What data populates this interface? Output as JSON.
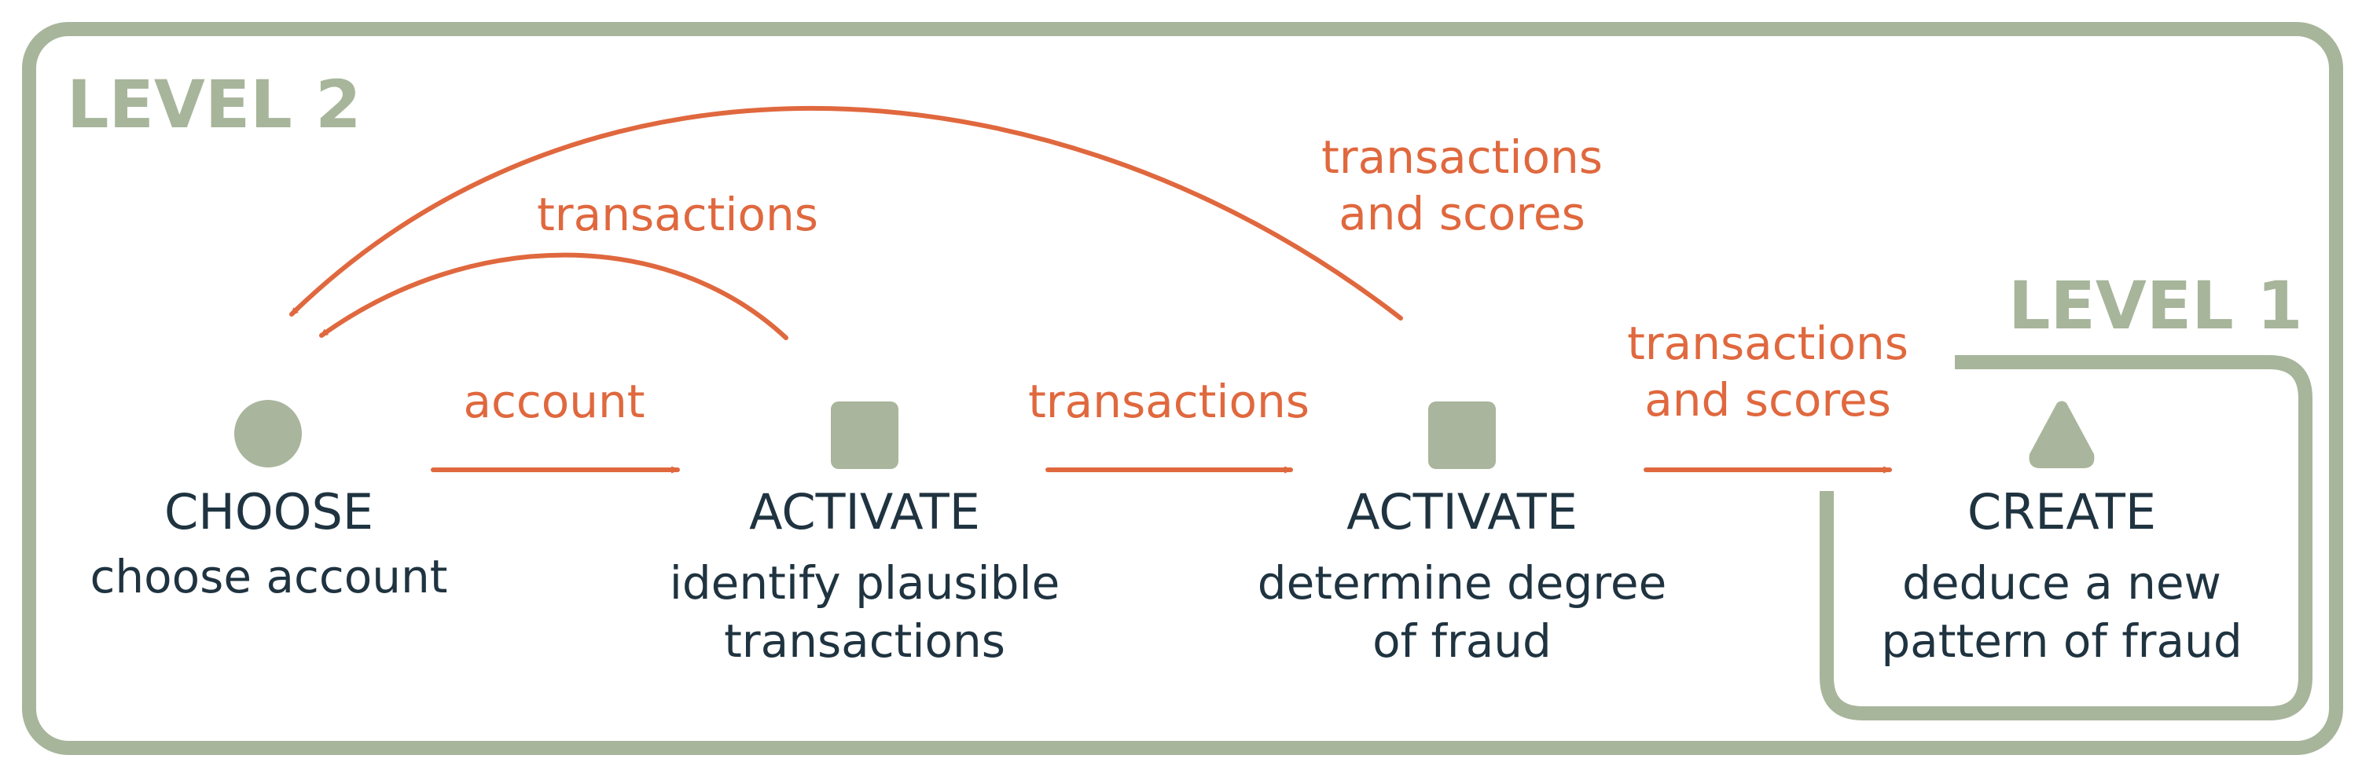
{
  "levels": {
    "outer": "LEVEL 2",
    "inner": "LEVEL 1"
  },
  "stages": [
    {
      "icon": "circle",
      "title": "CHOOSE",
      "desc": [
        "choose account"
      ]
    },
    {
      "icon": "square",
      "title": "ACTIVATE",
      "desc": [
        "identify plausible",
        "transactions"
      ]
    },
    {
      "icon": "square",
      "title": "ACTIVATE",
      "desc": [
        "determine degree",
        "of fraud"
      ]
    },
    {
      "icon": "triangle",
      "title": "CREATE",
      "desc": [
        "deduce a new",
        "pattern of fraud"
      ]
    }
  ],
  "flows": {
    "account": "account",
    "transactions_mid": "transactions",
    "transactions_scores_right": [
      "transactions",
      "and scores"
    ],
    "transactions_back": "transactions",
    "transactions_scores_back": [
      "transactions",
      "and scores"
    ]
  },
  "colors": {
    "frame": "#a7b59b",
    "arrow": "#e0683e",
    "text": "#1f3340"
  }
}
